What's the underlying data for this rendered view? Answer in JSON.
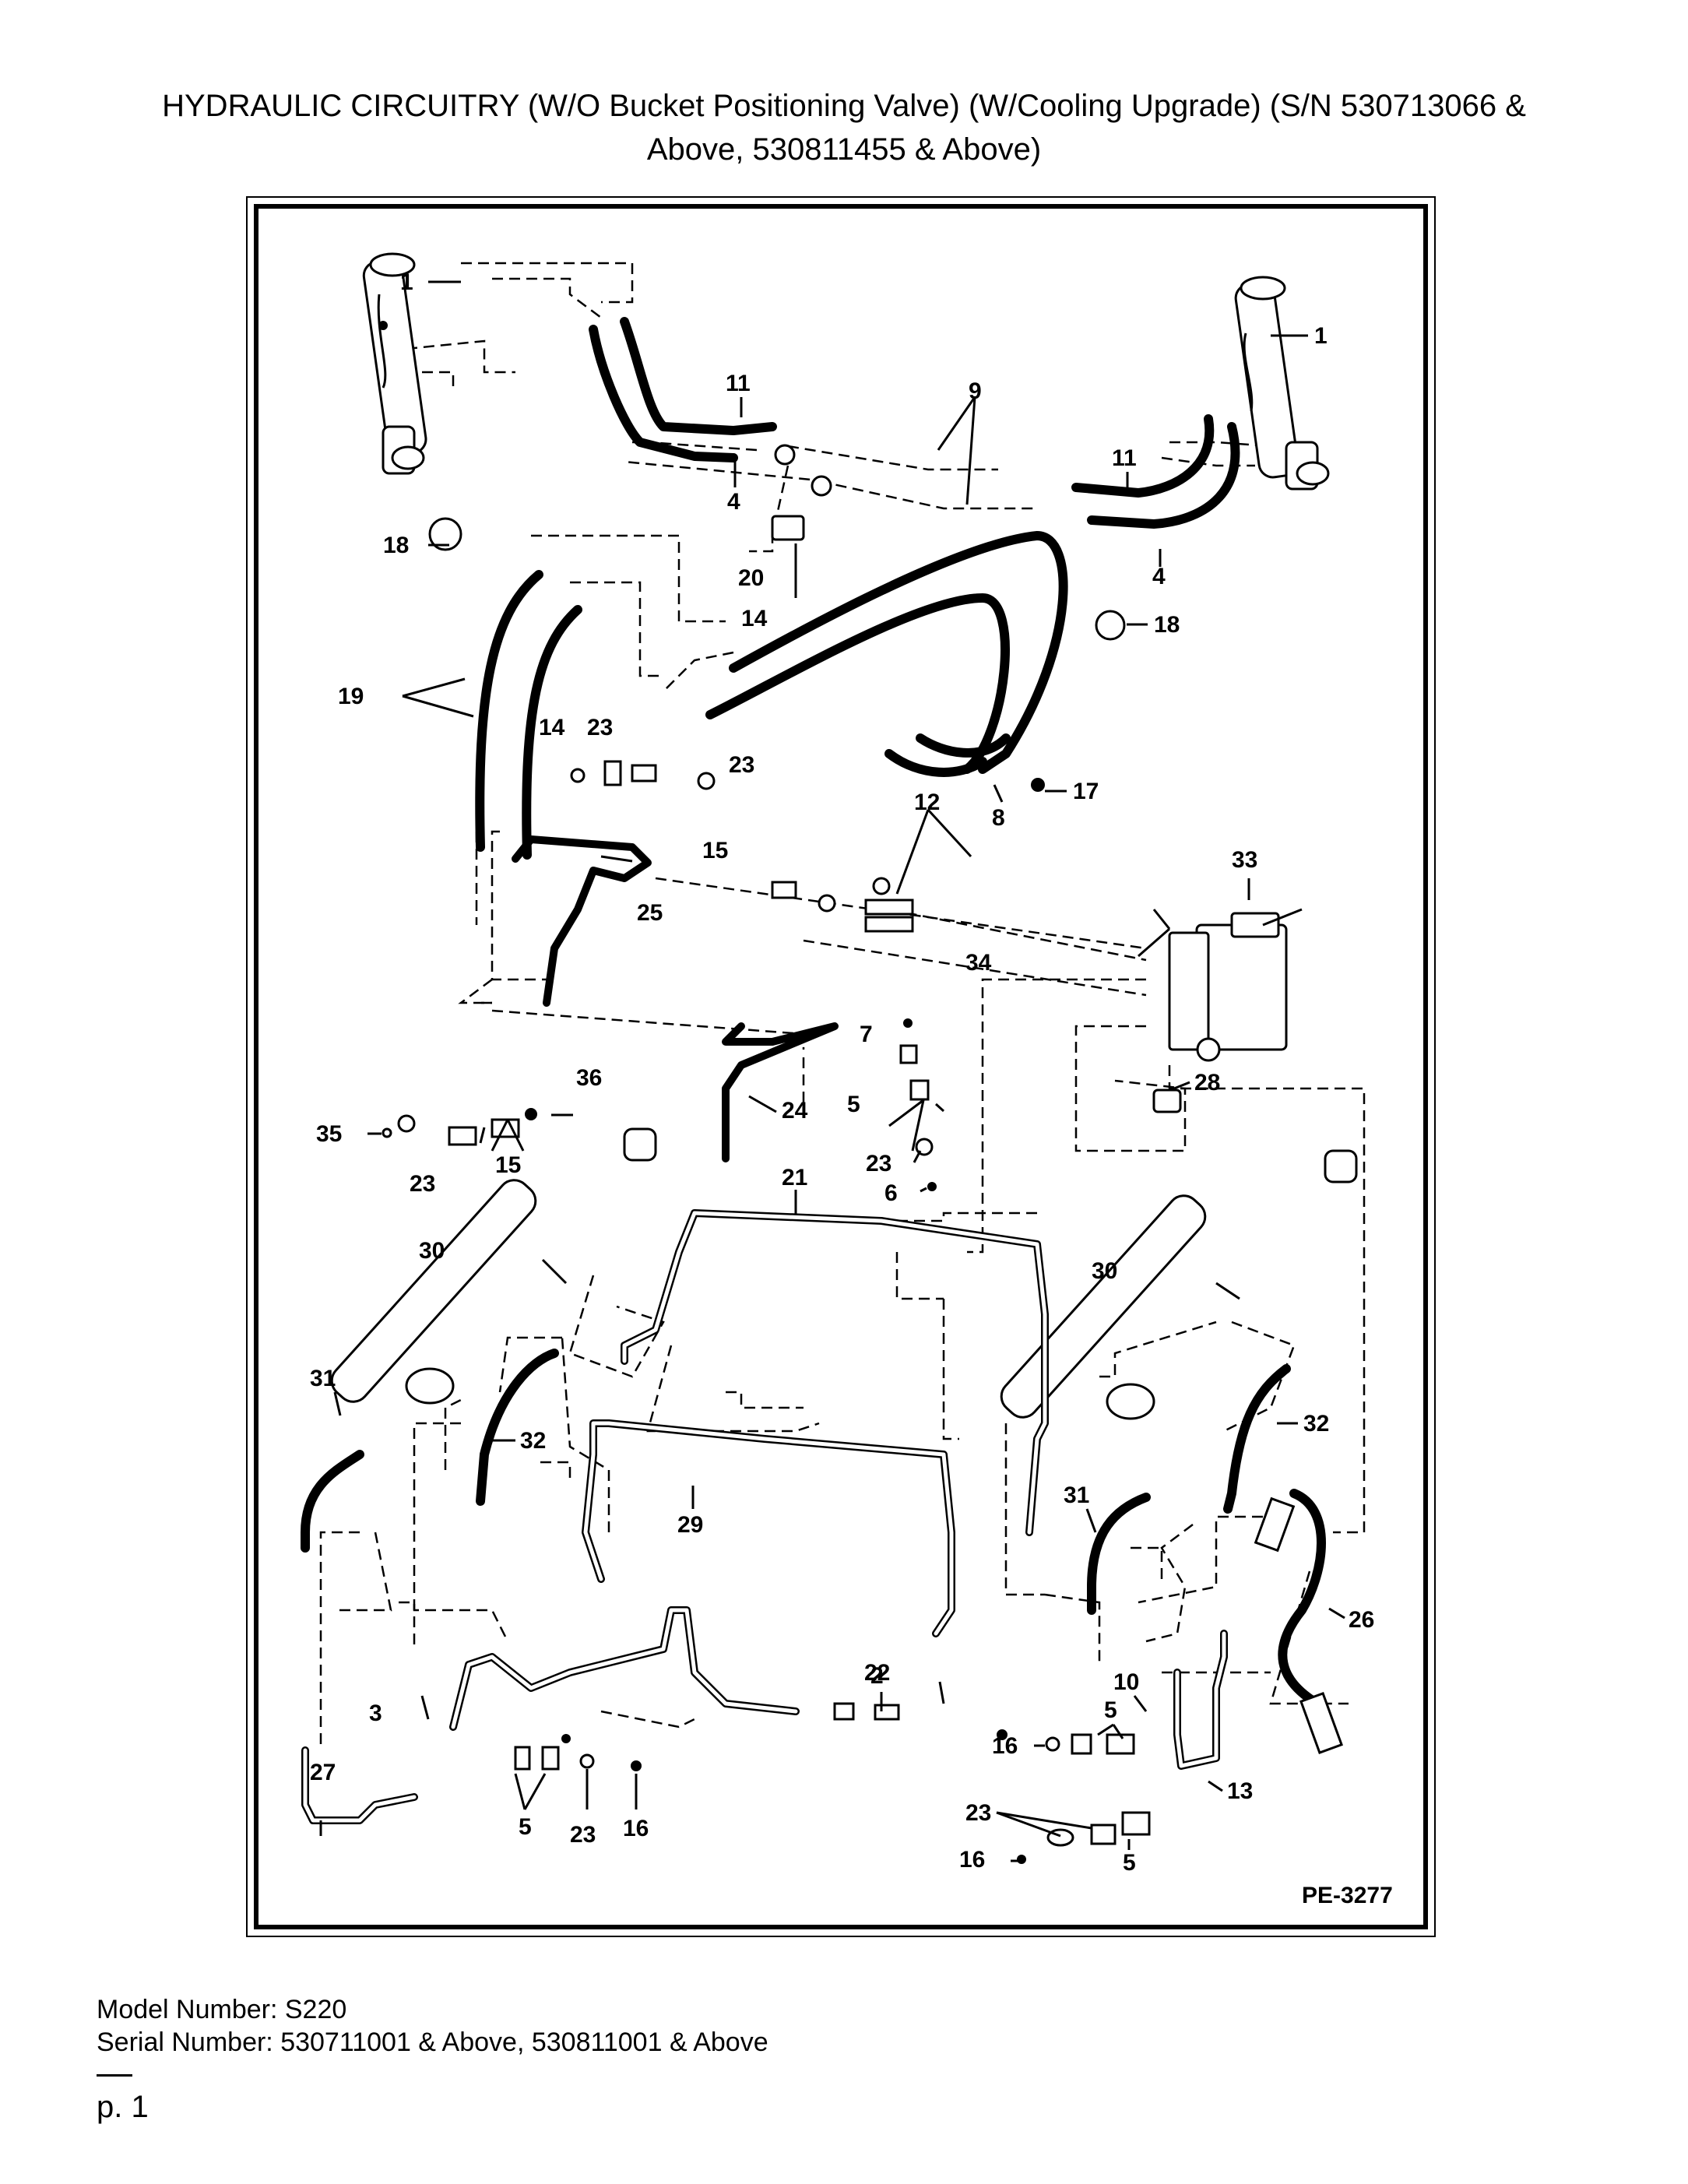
{
  "header": {
    "title_line1": "HYDRAULIC CIRCUITRY (W/O Bucket Positioning Valve) (W/Cooling Upgrade) (S/N 530713066 &",
    "title_line2": "Above, 530811455 & Above)"
  },
  "diagram": {
    "code": "PE-3277",
    "callouts": {
      "c1a": "1",
      "c1b": "1",
      "c2": "2",
      "c3": "3",
      "c4a": "4",
      "c4b": "4",
      "c5a": "5",
      "c5b": "5",
      "c5c": "5",
      "c5d": "5",
      "c6": "6",
      "c7": "7",
      "c8": "8",
      "c9": "9",
      "c10": "10",
      "c11a": "11",
      "c11b": "11",
      "c12": "12",
      "c13": "13",
      "c14a": "14",
      "c14b": "14",
      "c15a": "15",
      "c15b": "15",
      "c16a": "16",
      "c16b": "16",
      "c16c": "16",
      "c17": "17",
      "c18a": "18",
      "c18b": "18",
      "c19": "19",
      "c20": "20",
      "c21": "21",
      "c22": "22",
      "c23a": "23",
      "c23b": "23",
      "c23c": "23",
      "c23d": "23",
      "c23e": "23",
      "c23f": "23",
      "c24": "24",
      "c25": "25",
      "c26": "26",
      "c27": "27",
      "c28": "28",
      "c29": "29",
      "c30a": "30",
      "c30b": "30",
      "c31a": "31",
      "c31b": "31",
      "c32a": "32",
      "c32b": "32",
      "c33": "33",
      "c34": "34",
      "c35": "35",
      "c36": "36"
    }
  },
  "footer": {
    "model": "Model Number: S220",
    "serial": "Serial Number: 530711001 & Above, 530811001 & Above",
    "page": "p. 1"
  }
}
